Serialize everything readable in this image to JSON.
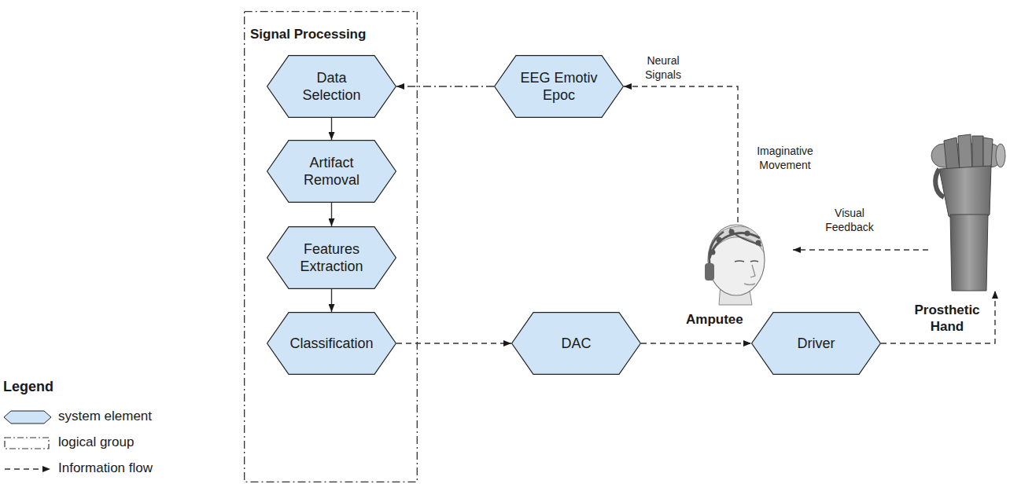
{
  "diagram": {
    "nodes": [
      {
        "text": [
          "Signal Processing"
        ]
      },
      {
        "text": [
          "Data Selection"
        ],
        "in": 0
      },
      {
        "text": [
          "Artifact Removal"
        ],
        "in": 0
      },
      {
        "text": [
          "Features Extraction"
        ],
        "in": 0
      },
      {
        "text": [
          "Classification"
        ],
        "in": 0
      },
      {
        "text": [
          "EEG Emotiv Epoc"
        ]
      },
      {
        "text": [
          "DAC"
        ]
      },
      {
        "text": [
          "Driver"
        ]
      },
      {
        "text": [
          "Amputee"
        ]
      },
      {
        "text": [
          "Prosthetic Hand"
        ]
      }
    ],
    "edges": [
      {
        "from": 5,
        "to": 1,
        "arrow": "to"
      },
      {
        "from": 1,
        "to": 2,
        "arrow": "to"
      },
      {
        "from": 2,
        "to": 3,
        "arrow": "to"
      },
      {
        "from": 3,
        "to": 4,
        "arrow": "to"
      },
      {
        "from": 4,
        "to": 6,
        "arrow": "to"
      },
      {
        "from": 6,
        "to": 7,
        "arrow": "to"
      },
      {
        "from": 7,
        "to": 9,
        "arrow": "to"
      },
      {
        "from": 8,
        "to": 5,
        "label": "Neural Signals",
        "arrow": "to"
      },
      {
        "from": 9,
        "to": 8,
        "label": "Visual Feedback",
        "arrow": "to"
      }
    ],
    "labels": [
      "Imaginative Movement",
      "Legend"
    ],
    "legend": [
      {
        "text": "system element"
      },
      {
        "text": "logical group"
      },
      {
        "text": "Information flow"
      }
    ]
  }
}
